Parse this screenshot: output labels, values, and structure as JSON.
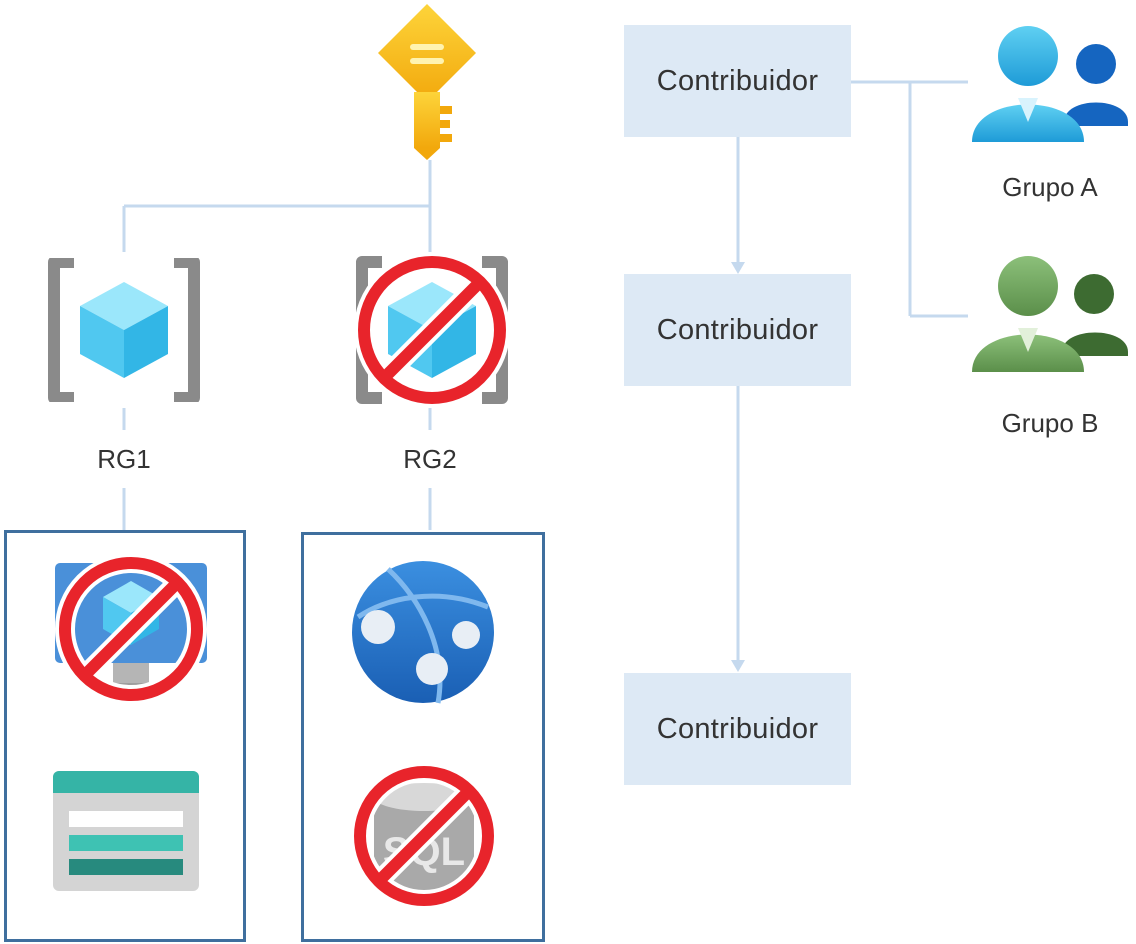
{
  "diagram": {
    "resource_groups": [
      {
        "label": "RG1",
        "denied": false
      },
      {
        "label": "RG2",
        "denied": true
      }
    ],
    "resources": {
      "rg1": [
        {
          "icon": "virtual-machine-icon",
          "denied": true
        },
        {
          "icon": "storage-account-icon",
          "denied": false
        }
      ],
      "rg2": [
        {
          "icon": "app-service-icon",
          "denied": false
        },
        {
          "icon": "sql-database-icon",
          "denied": true,
          "text": "SQL"
        }
      ]
    },
    "roles": [
      "Contribuidor",
      "Contribuidor",
      "Contribuidor"
    ],
    "groups": [
      {
        "label": "Grupo A",
        "color": "#1e9bd7"
      },
      {
        "label": "Grupo B",
        "color": "#5b8f4a"
      }
    ],
    "colors": {
      "connector": "#c5d9ee",
      "role_box": "#dde9f5",
      "container_border": "#3f6f9e",
      "deny": "#e8242b",
      "key": "#f5b60c"
    }
  }
}
